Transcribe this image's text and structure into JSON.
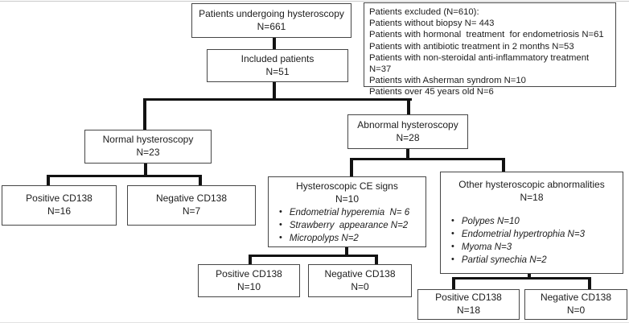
{
  "figure": {
    "top_box": {
      "label": "Patients undergoing hysteroscopy",
      "n": "N=661"
    },
    "included_box": {
      "label": "Included patients",
      "n": "N=51"
    },
    "excluded_box": {
      "title": "Patients excluded (N=610):",
      "items": [
        "Patients without biopsy N= 443",
        "Patients with hormonal  treatment  for endometriosis N=61",
        "Patients with antibiotic treatment in 2 months N=53",
        "Patients with non-steroidal anti-inflammatory treatment N=37",
        "Patients with Asherman syndrom N=10",
        "Patients over 45 years old N=6"
      ]
    },
    "normal_box": {
      "label": "Normal hysteroscopy",
      "n": "N=23"
    },
    "abnormal_box": {
      "label": "Abnormal hysteroscopy",
      "n": "N=28"
    },
    "normal_positive_box": {
      "label": "Positive CD138",
      "n": "N=16"
    },
    "normal_negative_box": {
      "label": "Negative CD138",
      "n": "N=7"
    },
    "ce_signs_box": {
      "label": "Hysteroscopic CE signs",
      "n": "N=10",
      "bullets": [
        "Endometrial hyperemia  N= 6",
        "Strawberry  appearance N=2",
        "Micropolyps N=2"
      ]
    },
    "other_box": {
      "label": "Other hysteroscopic abnormalities",
      "n": "N=18",
      "bullets": [
        "Polypes N=10",
        "Endometrial hypertrophia N=3",
        "Myoma N=3",
        "Partial synechia N=2"
      ]
    },
    "ce_positive_box": {
      "label": "Positive CD138",
      "n": "N=10"
    },
    "ce_negative_box": {
      "label": "Negative CD138",
      "n": "N=0"
    },
    "other_positive_box": {
      "label": "Positive CD138",
      "n": "N=18"
    },
    "other_negative_box": {
      "label": "Negative CD138",
      "n": "N=0"
    }
  },
  "colors": {
    "connector": "#121212",
    "box_border": "#464646",
    "text": "#1c1c1c"
  }
}
